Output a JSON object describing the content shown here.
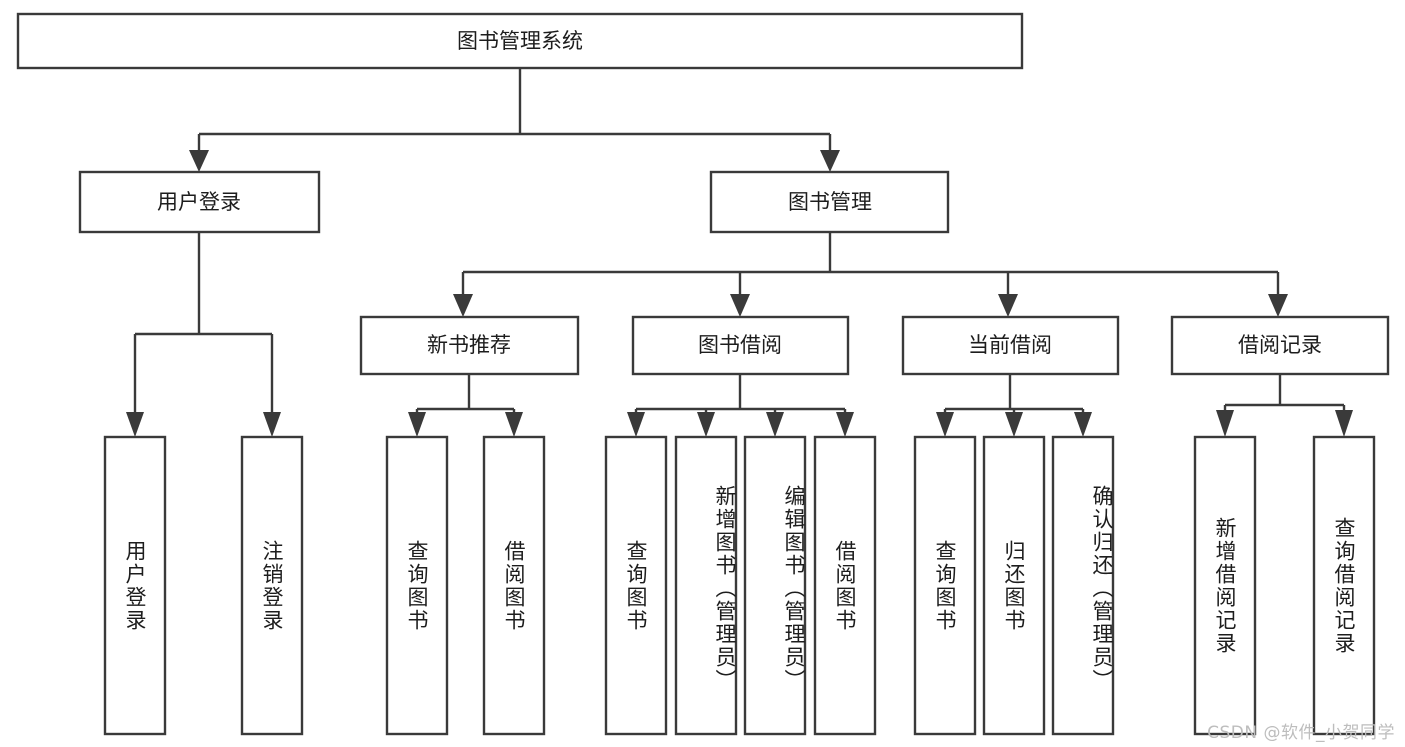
{
  "diagram": {
    "type": "tree",
    "title": "图书管理系统",
    "watermark": "CSDN @软件_小贺同学",
    "colors": {
      "stroke": "#3a3a3a",
      "fill": "#ffffff",
      "text": "#1d1d1d",
      "watermark": "#bdbdbd"
    },
    "root": {
      "label": "图书管理系统"
    },
    "level2": [
      {
        "label": "用户登录"
      },
      {
        "label": "图书管理"
      }
    ],
    "level3": [
      {
        "label": "新书推荐"
      },
      {
        "label": "图书借阅"
      },
      {
        "label": "当前借阅"
      },
      {
        "label": "借阅记录"
      }
    ],
    "leaves": {
      "user_login": [
        {
          "label": "用户登录"
        },
        {
          "label": "注销登录"
        }
      ],
      "new_book_recommend": [
        {
          "label": "查询图书"
        },
        {
          "label": "借阅图书"
        }
      ],
      "book_borrow": [
        {
          "label": "查询图书"
        },
        {
          "label": "新增图书（管理员）"
        },
        {
          "label": "编辑图书（管理员）"
        },
        {
          "label": "借阅图书"
        }
      ],
      "current_borrow": [
        {
          "label": "查询图书"
        },
        {
          "label": "归还图书"
        },
        {
          "label": "确认归还（管理员）"
        }
      ],
      "borrow_record": [
        {
          "label": "新增借阅记录"
        },
        {
          "label": "查询借阅记录"
        }
      ]
    }
  }
}
